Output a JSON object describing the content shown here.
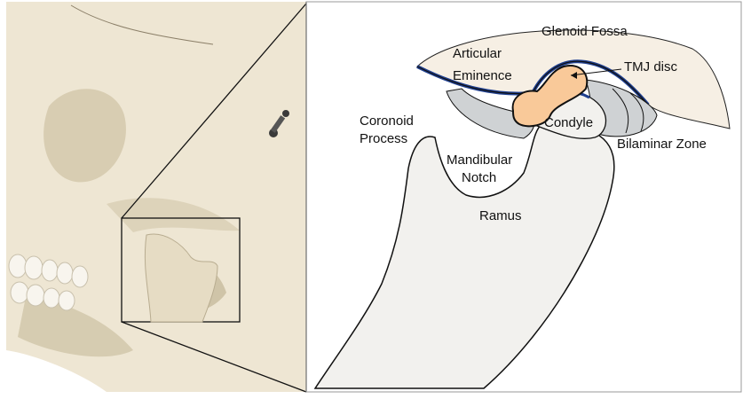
{
  "labels": {
    "glenoid_fossa": "Glenoid Fossa",
    "articular_eminence_1": "Articular",
    "articular_eminence_2": "Eminence",
    "tmj_disc": "TMJ disc",
    "coronoid_process_1": "Coronoid",
    "coronoid_process_2": "Process",
    "condyle": "Condyle",
    "mandibular_notch_1": "Mandibular",
    "mandibular_notch_2": "Notch",
    "bilaminar_zone": "Bilaminar Zone",
    "ramus": "Ramus"
  },
  "colors": {
    "bone": "#efe8d8",
    "bone_shadow": "#d9cfb6",
    "fossa_fill": "#f5efe4",
    "mandible_fill": "#f2f1ee",
    "cartilage_blue": "#1f3f8f",
    "disc_fill": "#f9c999",
    "ligament_gray": "#cfd2d4",
    "outline": "#111111"
  }
}
